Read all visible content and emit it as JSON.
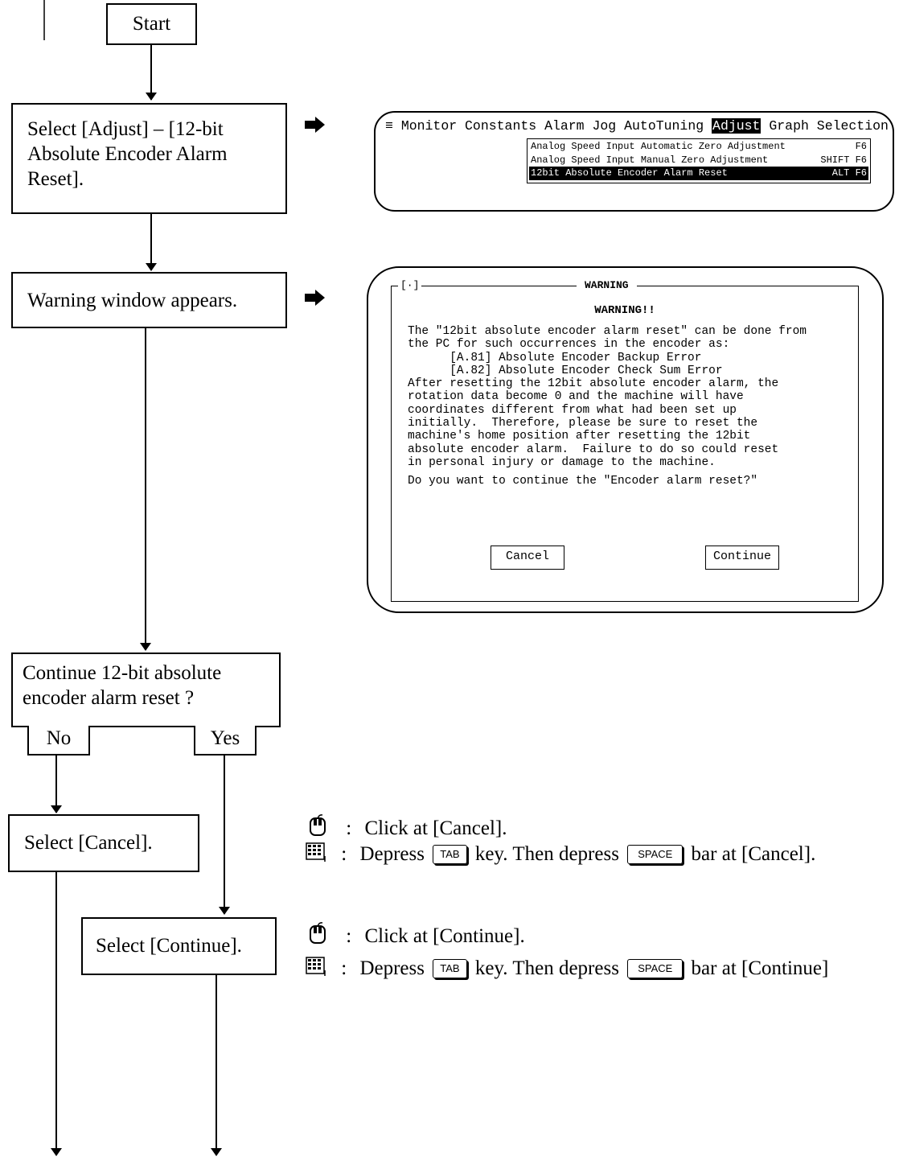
{
  "flow": {
    "start": "Start",
    "step1": "Select [Adjust] – [12-bit Absolute Encoder Alarm Reset].",
    "step2": "Warning window appears.",
    "decision": "Continue 12-bit absolute encoder alarm reset ?",
    "no": "No",
    "yes": "Yes",
    "cancel_step": "Select [Cancel].",
    "continue_step": "Select [Continue]."
  },
  "menu_screen": {
    "menubar": [
      "≡",
      "Monitor",
      "Constants",
      "Alarm",
      "Jog",
      "AutoTuning",
      "Adjust",
      "Graph",
      "Selection"
    ],
    "active_item": "Adjust",
    "items": [
      {
        "label": "Analog Speed Input Automatic Zero Adjustment",
        "shortcut": "F6"
      },
      {
        "label": "Analog Speed Input Manual Zero Adjustment",
        "shortcut": "SHIFT F6"
      },
      {
        "label": "12bit Absolute Encoder Alarm Reset",
        "shortcut": "ALT F6"
      }
    ],
    "selected_index": 2
  },
  "warning_dialog": {
    "system_box": "[·]",
    "title": "WARNING",
    "heading": "WARNING!!",
    "body_lines": [
      "The \"12bit absolute encoder alarm reset\" can be done from",
      "the PC for such occurrences in the encoder as:",
      "      [A.81] Absolute Encoder Backup Error",
      "      [A.82] Absolute Encoder Check Sum Error",
      "After resetting the 12bit absolute encoder alarm, the",
      "rotation data become 0 and the machine will have",
      "coordinates different from what had been set up",
      "initially.  Therefore, please be sure to reset the",
      "machine's home position after resetting the 12bit",
      "absolute encoder alarm.  Failure to do so could reset",
      "in personal injury or damage to the machine."
    ],
    "question": "Do you want to continue the \"Encoder alarm reset?\"",
    "cancel_button": "Cancel",
    "continue_button": "Continue"
  },
  "legend": {
    "cancel_mouse": "Click at [Cancel].",
    "cancel_key_pre": "Depress",
    "cancel_key_mid": "key.  Then depress",
    "cancel_key_post": "bar at [Cancel].",
    "continue_mouse": "Click at [Continue].",
    "continue_key_pre": "Depress",
    "continue_key_mid": "key.  Then depress",
    "continue_key_post": "bar at [Continue]",
    "separator": ":",
    "tab_key": "TAB",
    "space_key": "SPACE"
  }
}
